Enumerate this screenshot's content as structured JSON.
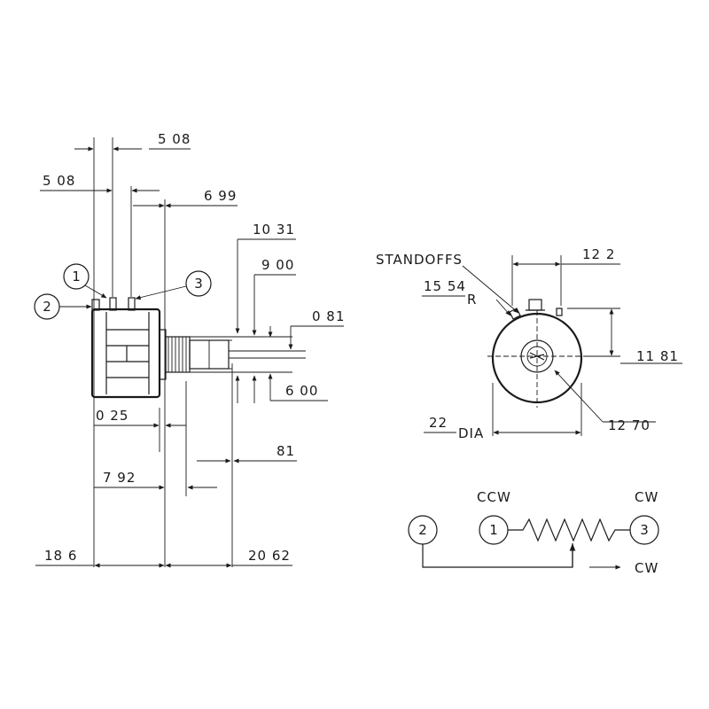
{
  "side_view": {
    "dim_top_a": "5 08",
    "dim_top_b": "5 08",
    "dim_top_c": "6 99",
    "dim_shaft_a": "10 31",
    "dim_shaft_b": "9 00",
    "dim_shaft_c": "0 81",
    "dim_shaft_d": "6 00",
    "dim_bottom_a": "0 25",
    "dim_bottom_b": "81",
    "dim_bottom_c": "7 92",
    "dim_bottom_d": "18 6",
    "dim_bottom_e": "20 62",
    "pin_1": "1",
    "pin_2": "2",
    "pin_3": "3"
  },
  "front_view": {
    "label_standoffs": "STANDOFFS",
    "dim_radius": "15 54",
    "radius_suffix": "R",
    "dim_width": "12 2",
    "dim_height": "11 81",
    "dim_circle": "12 70",
    "dim_dia": "22",
    "dia_suffix": "DIA"
  },
  "schematic": {
    "label_ccw": "CCW",
    "label_cw_top": "CW",
    "label_cw_arrow": "CW",
    "pin_1": "1",
    "pin_2": "2",
    "pin_3": "3"
  }
}
